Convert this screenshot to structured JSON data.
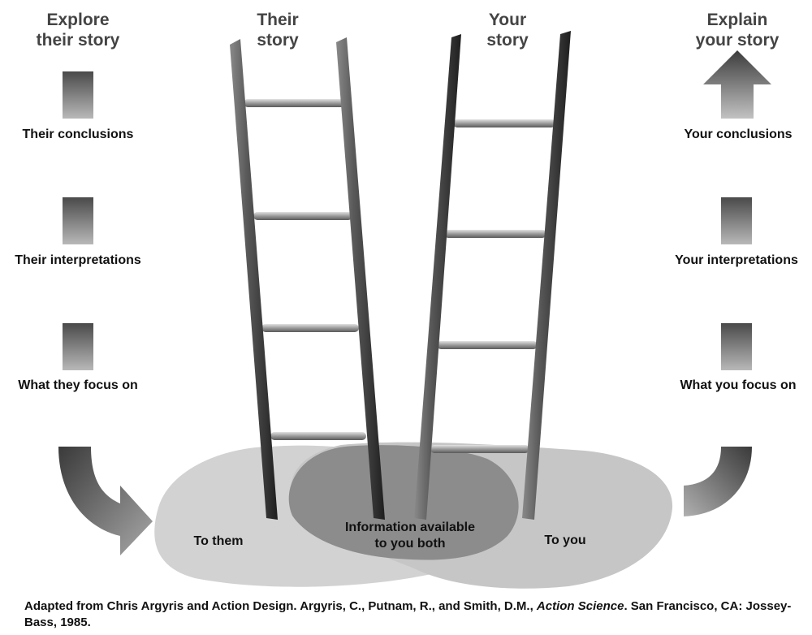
{
  "headers": {
    "explore_line1": "Explore",
    "explore_line2": "their story",
    "their_line1": "Their",
    "their_line2": "story",
    "your_line1": "Your",
    "your_line2": "story",
    "explain_line1": "Explain",
    "explain_line2": "your story"
  },
  "left_steps": {
    "conclusions": "Their conclusions",
    "interpretations": "Their interpretations",
    "focus": "What they focus on"
  },
  "right_steps": {
    "conclusions": "Your conclusions",
    "interpretations": "Your interpretations",
    "focus": "What you focus on"
  },
  "regions": {
    "them": "To them",
    "both_line1": "Information available",
    "both_line2": "to you both",
    "you": "To you"
  },
  "caption": {
    "part1": "Adapted from Chris Argyris and Action Design.  Argyris, C., Putnam, R., and Smith, D.M., ",
    "title": "Action Science",
    "part2": ". San Francisco, CA: Jossey-Bass, 1985."
  }
}
